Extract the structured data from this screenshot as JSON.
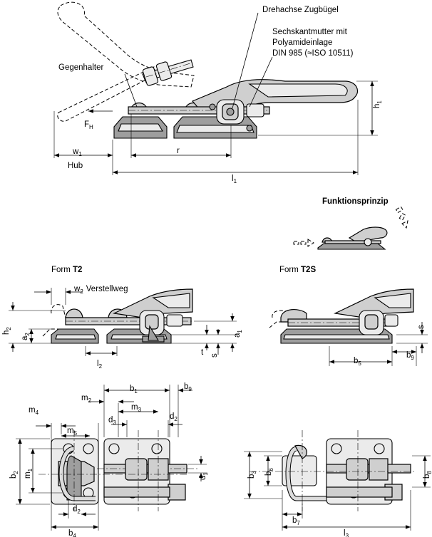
{
  "callouts": {
    "pivot": "Drehachse Zugbügel",
    "nut_line1": "Sechskantmutter mit",
    "nut_line2": "Polyamideinlage",
    "nut_line3": "DIN 985 (≈ISO 10511)",
    "counter": "Gegenhalter",
    "principle": "Funktionsprinzip"
  },
  "forms": {
    "t2_prefix": "Form ",
    "t2_code": "T2",
    "t2s_prefix": "Form ",
    "t2s_code": "T2S"
  },
  "dimensions": {
    "FH": {
      "base": "F",
      "sub": "H"
    },
    "w1": {
      "base": "w",
      "sub": "1"
    },
    "hub": "Hub",
    "r": "r",
    "l1": {
      "base": "l",
      "sub": "1"
    },
    "h1": {
      "base": "h",
      "sub": "1"
    },
    "w2": {
      "base": "w",
      "sub": "2"
    },
    "verstellweg": "Verstellweg",
    "h2": {
      "base": "h",
      "sub": "2"
    },
    "a2": {
      "base": "a",
      "sub": "2"
    },
    "a1": {
      "base": "a",
      "sub": "1"
    },
    "t": "t",
    "s": "s",
    "l2": {
      "base": "l",
      "sub": "2"
    },
    "b5": {
      "base": "b",
      "sub": "5"
    },
    "b9": {
      "base": "b",
      "sub": "9"
    },
    "b1": {
      "base": "b",
      "sub": "1"
    },
    "m2": {
      "base": "m",
      "sub": "2"
    },
    "m3": {
      "base": "m",
      "sub": "3"
    },
    "m4": {
      "base": "m",
      "sub": "4"
    },
    "m5": {
      "base": "m",
      "sub": "5"
    },
    "d3": {
      "base": "d",
      "sub": "3"
    },
    "d2": {
      "base": "d",
      "sub": "2"
    },
    "d1": {
      "base": "d",
      "sub": "1"
    },
    "m1": {
      "base": "m",
      "sub": "1"
    },
    "b2": {
      "base": "b",
      "sub": "2"
    },
    "b4": {
      "base": "b",
      "sub": "4"
    },
    "b3": {
      "base": "b",
      "sub": "3"
    },
    "b6": {
      "base": "b",
      "sub": "6"
    },
    "b7": {
      "base": "b",
      "sub": "7"
    },
    "b8": {
      "base": "b",
      "sub": "8"
    },
    "l3": {
      "base": "l",
      "sub": "3"
    }
  }
}
